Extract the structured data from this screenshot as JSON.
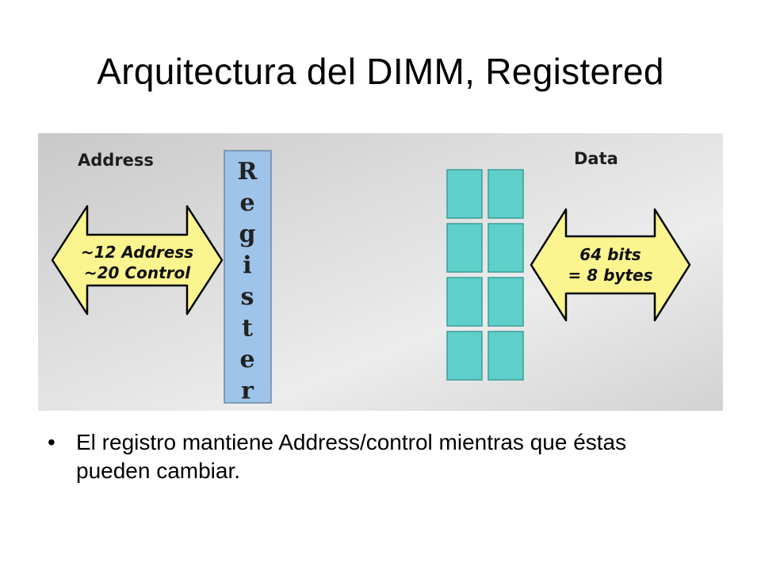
{
  "slide": {
    "title": "Arquitectura del DIMM, Registered",
    "bullets": [
      {
        "marker": "•",
        "text": "El registro mantiene Address/control mientras que éstas pueden cambiar."
      }
    ]
  },
  "diagram": {
    "address_label": "Address",
    "address_arrow_lines": [
      "~12 Address",
      "~20 Control"
    ],
    "register_letters": [
      "R",
      "e",
      "g",
      "i",
      "s",
      "t",
      "e",
      "r"
    ],
    "data_label": "Data",
    "data_arrow_lines": [
      "64 bits",
      "= 8 bytes"
    ],
    "memory_chip_rows": 4,
    "memory_chip_columns": 2,
    "colors": {
      "arrow_fill": "#fbf48f",
      "arrow_stroke": "#000000",
      "register_fill": "#9fc4ea",
      "chip_fill": "#5fcfc9",
      "chip_stroke": "#3a9d98"
    }
  }
}
